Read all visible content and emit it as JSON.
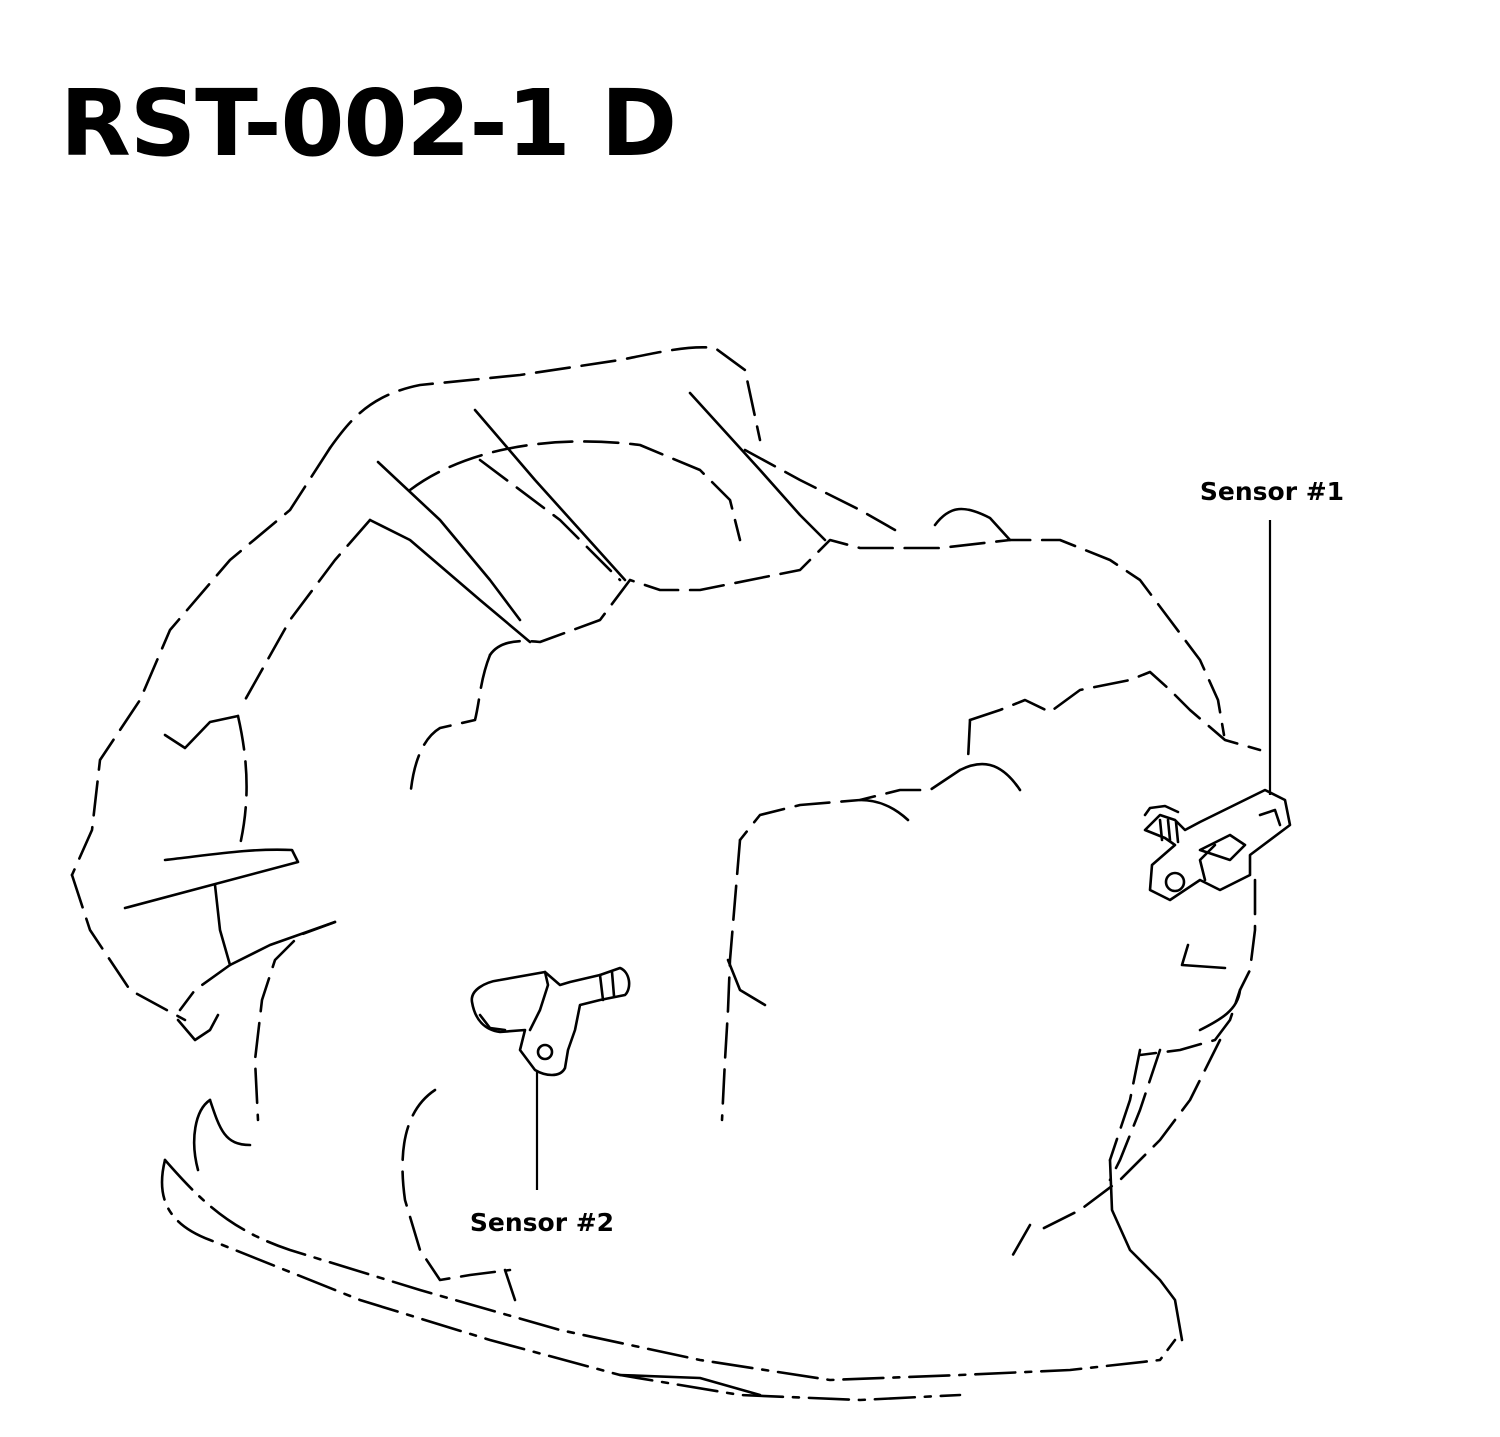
{
  "title": "RST-002-1 D",
  "callouts": {
    "sensor_1": "Sensor #1",
    "sensor_2": "Sensor #2"
  }
}
